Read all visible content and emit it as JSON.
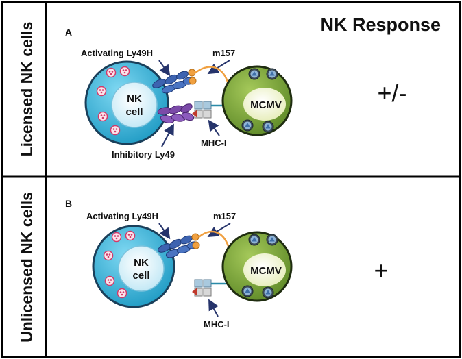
{
  "header": {
    "title": "NK Response"
  },
  "rows": [
    {
      "row_label": "Licensed NK cells",
      "panel_letter": "A",
      "activating_label": "Activating Ly49H",
      "ligand_label": "m157",
      "inhibitory_label": "Inhibitory Ly49",
      "mhc_label": "MHC-I",
      "nk_line1": "NK",
      "nk_line2": "cell",
      "virus_label": "MCMV",
      "response": "+/-"
    },
    {
      "row_label": "Unlicensed NK cells",
      "panel_letter": "B",
      "activating_label": "Activating Ly49H",
      "ligand_label": "m157",
      "mhc_label": "MHC-I",
      "nk_line1": "NK",
      "nk_line2": "cell",
      "virus_label": "MCMV",
      "response": "+"
    }
  ],
  "colors": {
    "nk_cell": "#33b6dd",
    "nk_nucleus": "#dff4fb",
    "virus_cell": "#79a33a",
    "virus_nucleus": "#f3f6dc",
    "receptor_blue": "#3d63b0",
    "receptor_purple": "#7b4aa8",
    "ligand_orange": "#f0a040",
    "arrow": "#26346b"
  }
}
